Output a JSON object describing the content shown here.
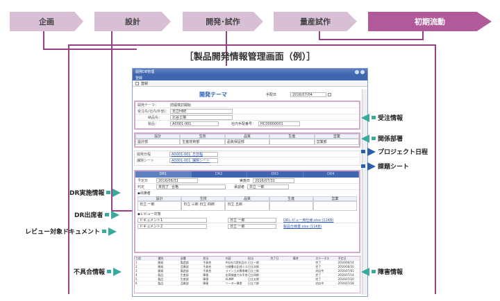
{
  "phases": [
    "企画",
    "設計",
    "開発･試作",
    "量産試作",
    "初期流動"
  ],
  "heading": "［製品開発情報管理画面（例）］",
  "window": {
    "title": "開発DB管理",
    "menu": "登録",
    "toolbar_label": "登録",
    "header_title": "開発テーマ",
    "date_label": "手配日",
    "date_value": "2016/07/04",
    "fields": [
      {
        "label": "開発テーマ：",
        "value": "前提検討開始"
      },
      {
        "label": "受注先(社内/外部)：",
        "value": "日立HBE"
      },
      {
        "label": "納品先：",
        "value": "北谷工場"
      },
      {
        "label": "製品：",
        "value": "A0001-001"
      }
    ],
    "order_label": "社内手配番号：",
    "order_value": "HC00000001",
    "dept_headers": [
      "設計",
      "生技",
      "品質",
      "生産",
      "営業"
    ],
    "dept_values": [
      "設計部",
      "生産技術部",
      "品質保証部",
      "",
      "営業部"
    ],
    "schedule_label": "開発日程",
    "schedule_link": "A0001-001_方日程",
    "issue_label": "課題シート",
    "issue_link": "A0001-001_課題シート",
    "tabs": [
      "DR1",
      "DR2",
      "DR3",
      "DR4"
    ],
    "dr_date_label": "予定日",
    "dr_date": "2016/06/31",
    "dr_done_label": "実施日",
    "dr_done": "2016/07/31",
    "judge_label": "判定",
    "judge_opt1": "未完了",
    "judge_opt2": "合格",
    "approver_label": "承認者",
    "approver": "日立 一郎",
    "attend_label": "◆出席者",
    "attendees": [
      "日立 一郎",
      "日立 三郎",
      "日立 五郎",
      "",
      ""
    ],
    "attendees_b": "日立 四郎",
    "review_label": "◆レビュー対象",
    "docs": [
      {
        "name": "ドキュメント1",
        "owner": "日立 一郎",
        "file": "DRレビュー用仕様.xlsx (11KB)"
      },
      {
        "name": "ドキュメント2",
        "owner": "日立 一郎",
        "file": "製品仕様書.xlsx (11KB)"
      }
    ],
    "grid_headers": [
      "工程",
      "種別",
      "部署",
      "状況",
      "内容",
      "担当",
      "完了日",
      "備考",
      "ステータス",
      "予定日"
    ],
    "grid_rows": [
      [
        "1",
        "開発",
        "製造部",
        "不具合",
        "A社向け試作品の振動確認",
        "日立一郎",
        "",
        "",
        "完了",
        "2016/06/14"
      ],
      [
        "2",
        "開発",
        "品質部",
        "不具合",
        "仕様書の記述ミス",
        "日立次郎",
        "",
        "",
        "完了",
        "2016/06/20"
      ],
      [
        "3",
        "開発",
        "製造部",
        "不具合",
        "ライン上の異常確認",
        "日立三郎",
        "",
        "",
        "対応中",
        "2016/07/01"
      ],
      [
        "4",
        "製品",
        "生産部",
        "障害",
        "出荷検査での不良",
        "日立四郎",
        "",
        "",
        "完了",
        "2016/07/14"
      ],
      [
        "5",
        "製品",
        "生産部",
        "障害",
        "ALMM",
        "日立五郎",
        "",
        "",
        "完了",
        "2016/07/20"
      ],
      [
        "6",
        "製品",
        "品質部",
        "障害",
        "ソーター異常",
        "日立六郎",
        "",
        "",
        "対応中",
        "2016/07/28"
      ]
    ]
  },
  "callouts_right": [
    "受注情報",
    "関係部署",
    "プロジェクト日程",
    "課題シート",
    "障害情報"
  ],
  "callouts_left": [
    "DR実施情報",
    "DR出席者",
    "レビュー対象ドキュメント",
    "不具合情報"
  ]
}
